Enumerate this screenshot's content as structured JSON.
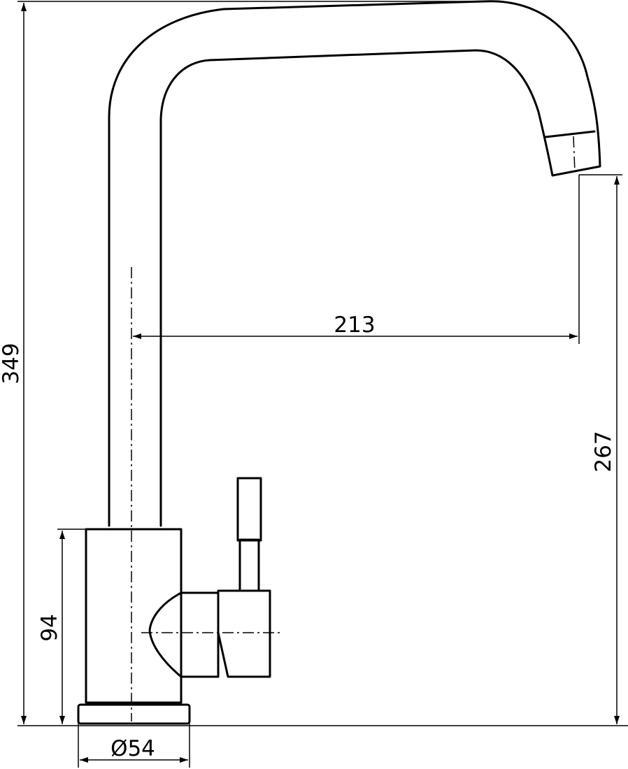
{
  "dimensions": {
    "overall_height": "349",
    "spout_height": "267",
    "spout_reach": "213",
    "body_height": "94",
    "base_diameter": "Ø54"
  },
  "colors": {
    "line": "#000000",
    "background": "#ffffff"
  }
}
